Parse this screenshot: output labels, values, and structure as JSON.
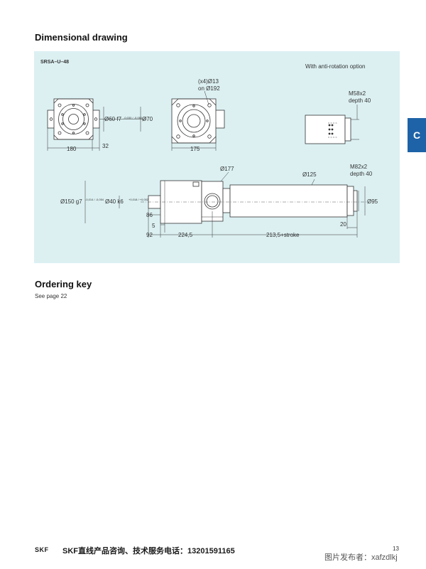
{
  "sections": {
    "dimensional_title": "Dimensional drawing",
    "ordering_title": "Ordering key",
    "ordering_ref": "See page 22"
  },
  "side_tab": "C",
  "drawing": {
    "model": "SRSA–U–48",
    "anti_rotation": "With anti-rotation option",
    "labels": {
      "d60": "Ø60 f7",
      "d60_tol": "-0,030 / -0,060",
      "d70": "Ø70",
      "w180": "180",
      "w32": "32",
      "holes": "(x4)Ø13",
      "holes_pcd": "on Ø192",
      "w175": "175",
      "m58": "M58x2",
      "m58_depth": "depth 40",
      "d177": "Ø177",
      "d125": "Ø125",
      "m82": "M82x2",
      "m82_depth": "depth 40",
      "d150": "Ø150 g7",
      "d150_tol": "-0,014 / -0,054",
      "d40": "Ø40 k6",
      "d40_tol": "+0,018 / +0,002",
      "d95": "Ø95",
      "l86": "86",
      "l5": "5",
      "l92": "92",
      "l224": "224,5",
      "l213": "213,5+stroke",
      "l20": "20"
    }
  },
  "footer": {
    "logo": "SKF",
    "text": "SKF直线产品咨询、技术服务电话：13201591165",
    "watermark": "图片发布者：xafzdlkj",
    "page": "13"
  },
  "colors": {
    "panel_bg": "#dcf0f2",
    "tab_bg": "#1e63a7"
  }
}
